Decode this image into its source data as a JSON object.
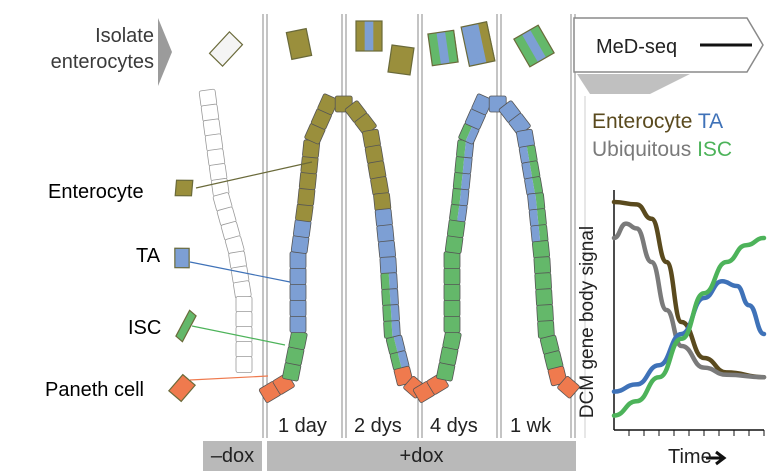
{
  "header": {
    "isolate_line1": "Isolate",
    "isolate_line2": "enterocytes",
    "medseq": "MeD-seq"
  },
  "cell_labels": {
    "enterocyte": "Enterocyte",
    "ta": "TA",
    "isc": "ISC",
    "paneth": "Paneth cell"
  },
  "timepoints": [
    "1 day",
    "2 dys",
    "4 dys",
    "1 wk"
  ],
  "conditions": {
    "minus_dox": "–dox",
    "plus_dox": "+dox"
  },
  "legend": {
    "enterocyte": "Enterocyte",
    "ta": "TA",
    "ubiquitous": "Ubiquitous",
    "isc": "ISC"
  },
  "plot": {
    "ylabel": "DCM gene body signal",
    "xlabel": "Time"
  },
  "colors": {
    "enterocyte": "#9a8f3c",
    "ta": "#7d9fd4",
    "isc": "#64b86a",
    "paneth": "#ef7a4e",
    "ubiquitous": "#7a7a7a",
    "enterocyte_line": "#5a4a1e",
    "ta_line": "#3f72b8",
    "isc_line": "#4db35a",
    "bar": "#b9b9b9"
  },
  "chart_data": {
    "type": "line",
    "title": "",
    "xlabel": "Time",
    "ylabel": "DCM gene body signal",
    "series": [
      {
        "name": "Enterocyte",
        "x": [
          0,
          0.15,
          0.25,
          0.35,
          0.45,
          0.6,
          0.75,
          1.0
        ],
        "values": [
          0.85,
          0.84,
          0.78,
          0.6,
          0.35,
          0.2,
          0.14,
          0.12
        ]
      },
      {
        "name": "Ubiquitous",
        "x": [
          0,
          0.08,
          0.15,
          0.25,
          0.35,
          0.45,
          0.6,
          0.75,
          1.0
        ],
        "values": [
          0.7,
          0.76,
          0.74,
          0.6,
          0.4,
          0.25,
          0.16,
          0.13,
          0.12
        ]
      },
      {
        "name": "TA",
        "x": [
          0,
          0.15,
          0.3,
          0.45,
          0.6,
          0.72,
          0.82,
          0.9,
          1.0
        ],
        "values": [
          0.06,
          0.09,
          0.17,
          0.3,
          0.45,
          0.52,
          0.5,
          0.42,
          0.3
        ]
      },
      {
        "name": "ISC",
        "x": [
          0,
          0.15,
          0.3,
          0.45,
          0.6,
          0.75,
          0.88,
          1.0
        ],
        "values": [
          -0.04,
          0.02,
          0.12,
          0.28,
          0.47,
          0.6,
          0.67,
          0.7
        ]
      }
    ]
  }
}
